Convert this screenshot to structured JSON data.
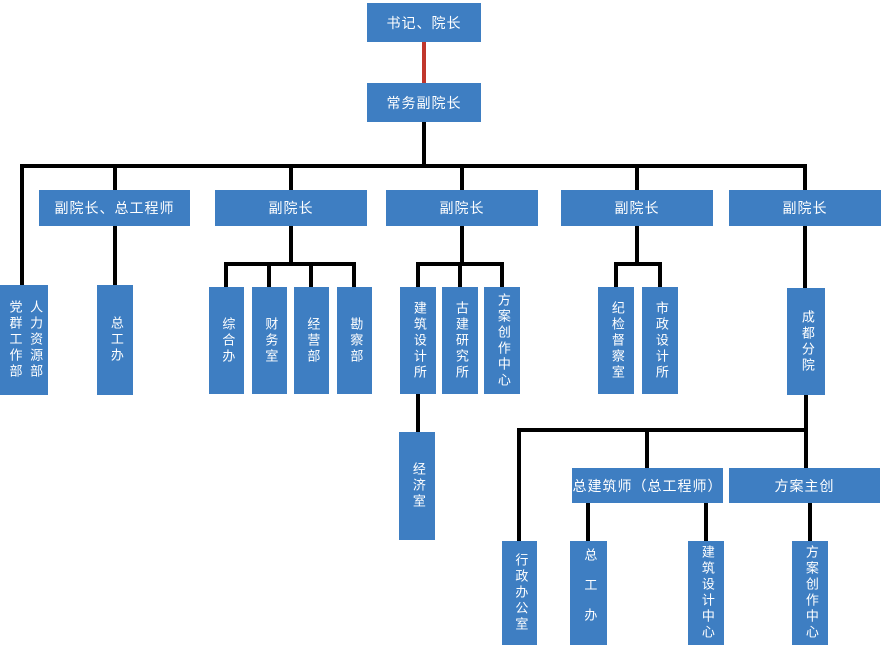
{
  "diagram": {
    "type": "org-chart",
    "title": "",
    "colors": {
      "node_fill": "#3E7EC2",
      "node_text": "#FFFFFF",
      "connector": "#000000",
      "special_connector": "#C0362C",
      "canvas_bg": "#FFFFFF"
    },
    "nodes": {
      "president": "书记、院长",
      "exec_vp": "常务副院长",
      "vp_chief_eng": "副院长、总工程师",
      "vp2": "副院长",
      "vp3": "副院长",
      "vp4": "副院长",
      "vp5": "副院长",
      "party_masses_dept": "党群工作部",
      "hr_dept": "人力资源部",
      "chief_eng_office": "总工办",
      "general_office": "综合办",
      "finance_office": "财务室",
      "business_dept": "经营部",
      "survey_dept": "勘察部",
      "arch_design_institute": "建筑设计所",
      "heritage_research_institute": "古建研究所",
      "scheme_creation_center": "方案创作中心",
      "economics_office": "经济室",
      "discipline_inspection_office": "纪检督察室",
      "municipal_design_institute": "市政设计所",
      "chengdu_branch": "成都分院",
      "chief_architect": "总建筑师（总工程师）",
      "scheme_lead": "方案主创",
      "admin_office": "行政办公室",
      "branch_chief_eng_office": "总工办",
      "arch_design_center": "建筑设计中心",
      "branch_scheme_creation_center": "方案创作中心"
    },
    "edges": [
      {
        "from": "president",
        "to": "exec_vp",
        "style": "red"
      },
      {
        "from": "exec_vp",
        "to": "party_masses_dept / hr_dept"
      },
      {
        "from": "exec_vp",
        "to": "vp_chief_eng"
      },
      {
        "from": "exec_vp",
        "to": "vp2"
      },
      {
        "from": "exec_vp",
        "to": "vp3"
      },
      {
        "from": "exec_vp",
        "to": "vp4"
      },
      {
        "from": "exec_vp",
        "to": "vp5"
      },
      {
        "from": "vp_chief_eng",
        "to": "chief_eng_office"
      },
      {
        "from": "vp2",
        "to": "general_office"
      },
      {
        "from": "vp2",
        "to": "finance_office"
      },
      {
        "from": "vp2",
        "to": "business_dept"
      },
      {
        "from": "vp2",
        "to": "survey_dept"
      },
      {
        "from": "vp3",
        "to": "arch_design_institute"
      },
      {
        "from": "vp3",
        "to": "heritage_research_institute"
      },
      {
        "from": "vp3",
        "to": "scheme_creation_center"
      },
      {
        "from": "arch_design_institute",
        "to": "economics_office"
      },
      {
        "from": "vp4",
        "to": "discipline_inspection_office"
      },
      {
        "from": "vp4",
        "to": "municipal_design_institute"
      },
      {
        "from": "vp5",
        "to": "chengdu_branch"
      },
      {
        "from": "chengdu_branch",
        "to": "admin_office"
      },
      {
        "from": "chengdu_branch",
        "to": "chief_architect"
      },
      {
        "from": "chengdu_branch",
        "to": "scheme_lead"
      },
      {
        "from": "chief_architect",
        "to": "branch_chief_eng_office"
      },
      {
        "from": "chief_architect",
        "to": "arch_design_center"
      },
      {
        "from": "scheme_lead",
        "to": "branch_scheme_creation_center"
      }
    ]
  }
}
